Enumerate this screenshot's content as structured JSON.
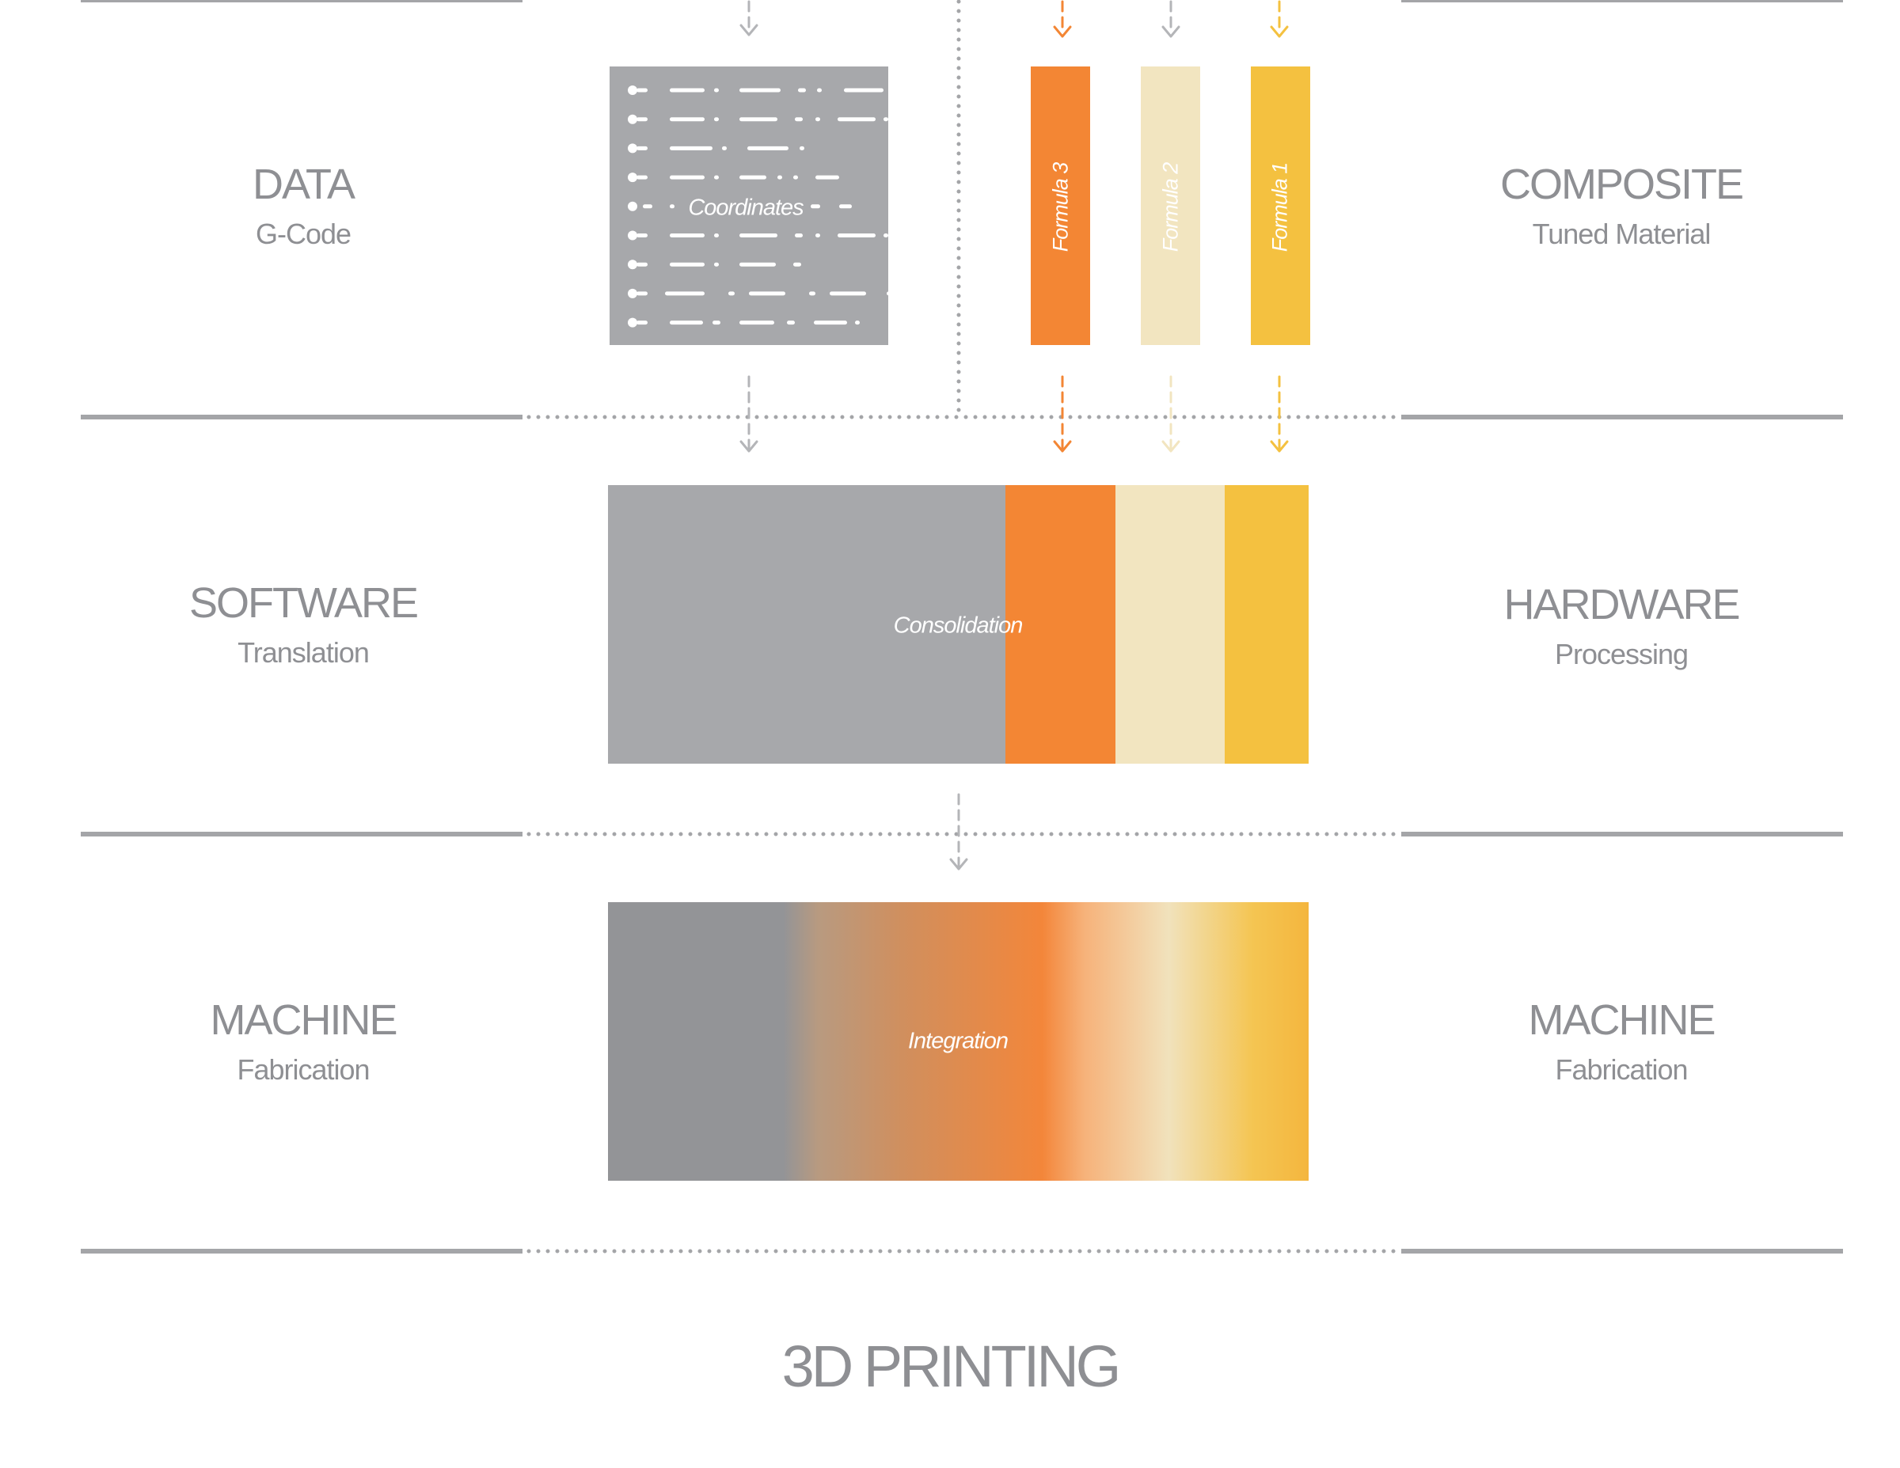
{
  "rows": [
    {
      "left": {
        "title": "DATA",
        "subtitle": "G-Code"
      },
      "right": {
        "title": "COMPOSITE",
        "subtitle": "Tuned Material"
      }
    },
    {
      "left": {
        "title": "SOFTWARE",
        "subtitle": "Translation"
      },
      "right": {
        "title": "HARDWARE",
        "subtitle": "Processing"
      }
    },
    {
      "left": {
        "title": "MACHINE",
        "subtitle": "Fabrication"
      },
      "right": {
        "title": "MACHINE",
        "subtitle": "Fabrication"
      }
    }
  ],
  "blocks": {
    "coordinates_label": "Coordinates",
    "formulas": [
      {
        "label": "Formula 3",
        "color": "#F38634"
      },
      {
        "label": "Formula 2",
        "color": "#F2E5C0"
      },
      {
        "label": "Formula 1",
        "color": "#F4C140"
      }
    ],
    "consolidation_label": "Consolidation",
    "integration_label": "Integration"
  },
  "footer": "3D PRINTING",
  "colors": {
    "gray_block": "#A7A8AB",
    "divider": "#A4A5A8",
    "text": "#8E8F93",
    "integration_dark": "#939497"
  }
}
